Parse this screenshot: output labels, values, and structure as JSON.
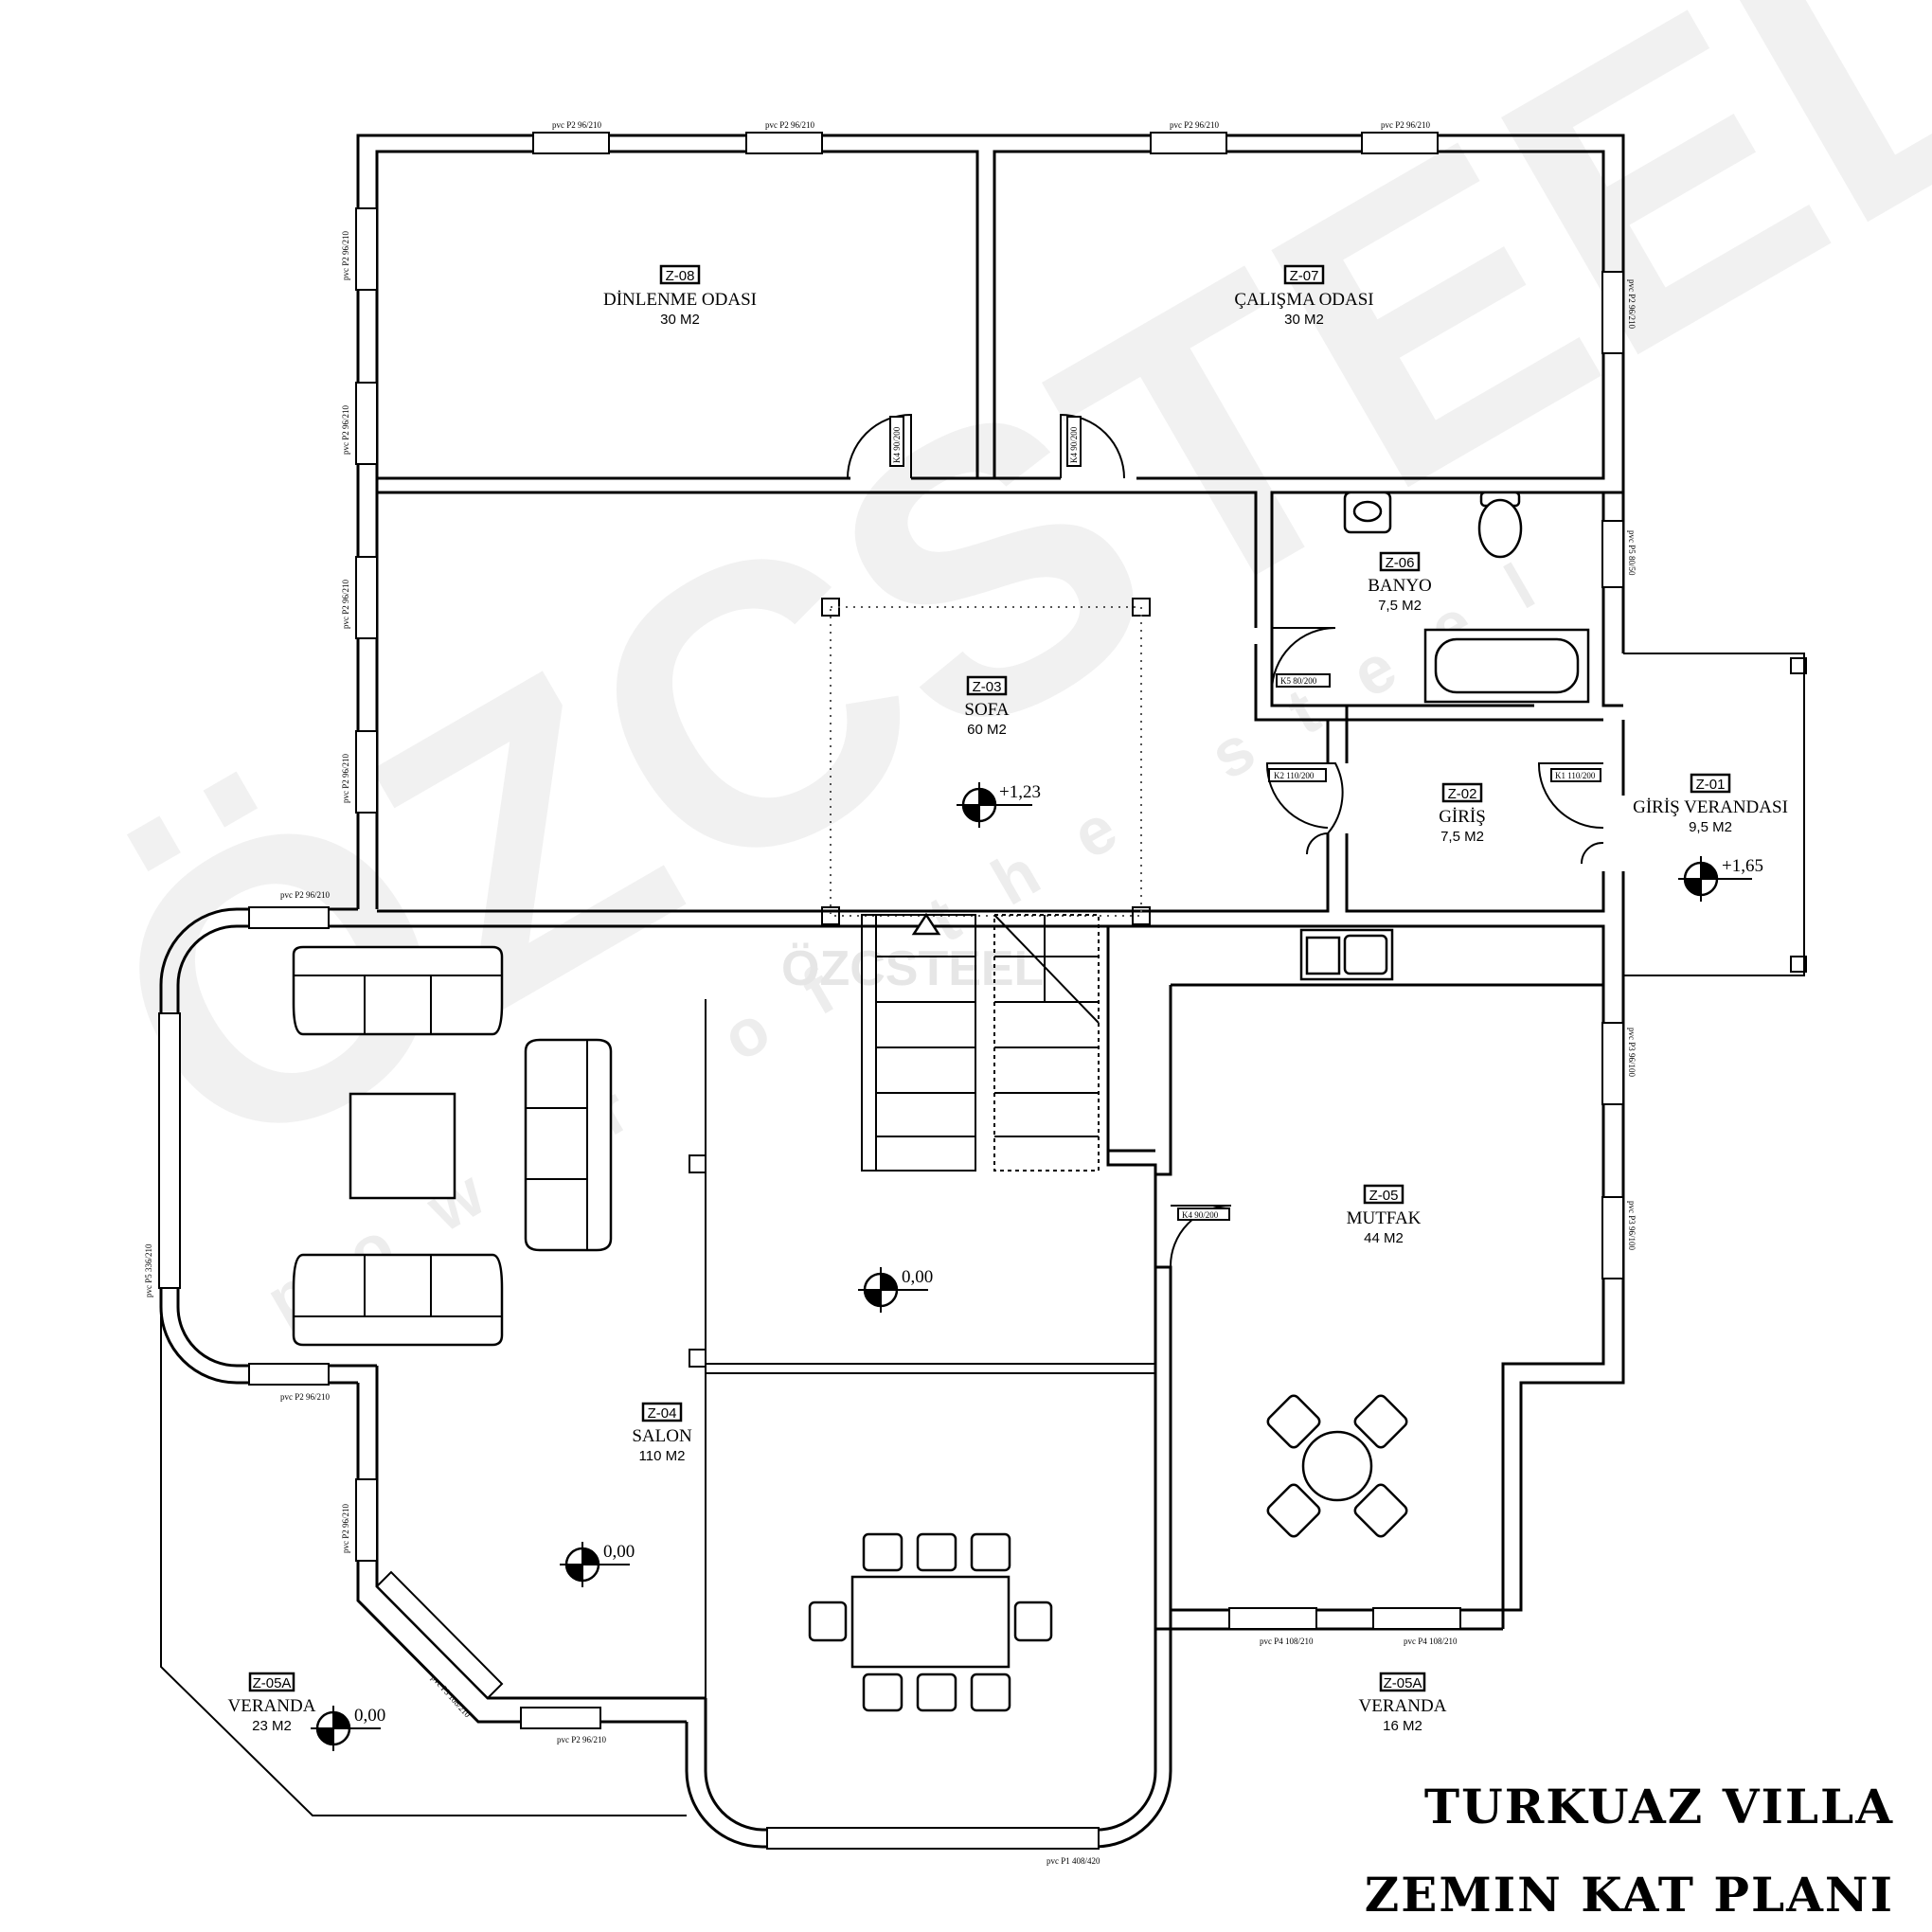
{
  "title": {
    "line1": "TURKUAZ VILLA",
    "line2": "ZEMIN KAT PLANI"
  },
  "watermark": {
    "brand": "ÖZCSTEEL",
    "tagline": "power of the steel"
  },
  "rooms": {
    "z08": {
      "code": "Z-08",
      "name": "DİNLENME ODASI",
      "area": "30 M2"
    },
    "z07": {
      "code": "Z-07",
      "name": "ÇALIŞMA ODASI",
      "area": "30 M2"
    },
    "z06": {
      "code": "Z-06",
      "name": "BANYO",
      "area": "7,5 M2"
    },
    "z03": {
      "code": "Z-03",
      "name": "SOFA",
      "area": "60 M2"
    },
    "z02": {
      "code": "Z-02",
      "name": "GİRİŞ",
      "area": "7,5 M2"
    },
    "z01": {
      "code": "Z-01",
      "name": "GİRİŞ VERANDASI",
      "area": "9,5 M2"
    },
    "z05": {
      "code": "Z-05",
      "name": "MUTFAK",
      "area": "44 M2"
    },
    "z04": {
      "code": "Z-04",
      "name": "SALON",
      "area": "110 M2"
    },
    "z05a_left": {
      "code": "Z-05A",
      "name": "VERANDA",
      "area": "23 M2"
    },
    "z05a_right": {
      "code": "Z-05A",
      "name": "VERANDA",
      "area": "16 M2"
    }
  },
  "levels": {
    "sofa": "+1,23",
    "entry_veranda": "+1,65",
    "hall": "0,00",
    "salon": "0,00",
    "veranda": "0,00"
  },
  "windows": {
    "p2": "pvc P2 96/210",
    "p3": "pvc P3 96/100",
    "p5_bath": "pvc P5 80/50",
    "p5_bay": "pvc P5 336/210",
    "p4": "pvc P4 108/210",
    "p3_diag": "pvc P3 108/210",
    "p1": "pvc P1 408/420"
  },
  "doors": {
    "k4": "K4 90/200",
    "k5": "K5 80/200",
    "k2": "K2 110/200",
    "k1": "K1 110/200"
  }
}
